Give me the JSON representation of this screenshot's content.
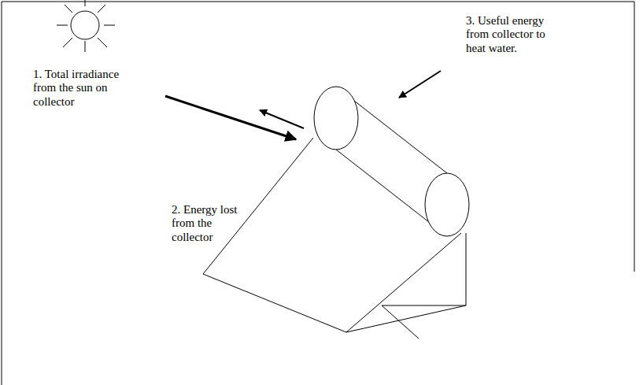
{
  "diagram": {
    "labels": [
      "1. Total irradiance from the sun on collector",
      "2. Energy lost from the collector",
      "3. Useful energy from collector to heat water."
    ]
  }
}
